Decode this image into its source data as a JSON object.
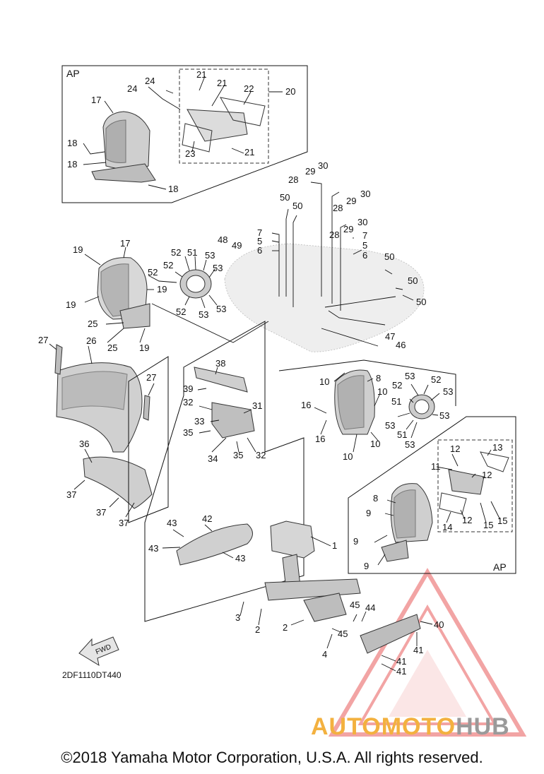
{
  "diagram": {
    "inset_top_label": "AP",
    "inset_right_label": "AP",
    "drawing_code": "2DF1110DT440",
    "fwd_label": "FWD",
    "callouts": {
      "c1": "1",
      "c2a": "2",
      "c2b": "2",
      "c3": "3",
      "c4": "4",
      "c5a": "5",
      "c5b": "5",
      "c6a": "6",
      "c6b": "6",
      "c7a": "7",
      "c7b": "7",
      "c8a": "8",
      "c8b": "8",
      "c9a": "9",
      "c9b": "9",
      "c9c": "9",
      "c10a": "10",
      "c10b": "10",
      "c10c": "10",
      "c10d": "10",
      "c11": "11",
      "c12a": "12",
      "c12b": "12",
      "c12c": "12",
      "c13": "13",
      "c14": "14",
      "c15a": "15",
      "c15b": "15",
      "c16a": "16",
      "c16b": "16",
      "c17a": "17",
      "c17b": "17",
      "c18a": "18",
      "c18b": "18",
      "c18c": "18",
      "c19a": "19",
      "c19b": "19",
      "c19c": "19",
      "c19d": "19",
      "c20": "20",
      "c21a": "21",
      "c21b": "21",
      "c21c": "21",
      "c22": "22",
      "c23": "23",
      "c24a": "24",
      "c24b": "24",
      "c25a": "25",
      "c25b": "25",
      "c26": "26",
      "c27a": "27",
      "c27b": "27",
      "c28a": "28",
      "c28b": "28",
      "c28c": "28",
      "c29a": "29",
      "c29b": "29",
      "c29c": "29",
      "c30a": "30",
      "c30b": "30",
      "c30c": "30",
      "c31": "31",
      "c32a": "32",
      "c32b": "32",
      "c33": "33",
      "c34": "34",
      "c35a": "35",
      "c35b": "35",
      "c36": "36",
      "c37a": "37",
      "c37b": "37",
      "c37c": "37",
      "c38": "38",
      "c39": "39",
      "c40": "40",
      "c41a": "41",
      "c41b": "41",
      "c41c": "41",
      "c42": "42",
      "c43a": "43",
      "c43b": "43",
      "c43c": "43",
      "c44": "44",
      "c45a": "45",
      "c45b": "45",
      "c46": "46",
      "c47": "47",
      "c48": "48",
      "c49": "49",
      "c50a": "50",
      "c50b": "50",
      "c50c": "50",
      "c50d": "50",
      "c50e": "50",
      "c51a": "51",
      "c51b": "51",
      "c52a": "52",
      "c52b": "52",
      "c52c": "52",
      "c52d": "52",
      "c52e": "52",
      "c52f": "52",
      "c53a": "53",
      "c53b": "53",
      "c53c": "53",
      "c53d": "53",
      "c53e": "53",
      "c53f": "53",
      "c53g": "53"
    }
  },
  "watermark": {
    "part1": "AUTOMOTO",
    "part2": "HUB"
  },
  "footer": {
    "copyright": "©2018 Yamaha Motor Corporation, U.S.A. All rights reserved."
  }
}
